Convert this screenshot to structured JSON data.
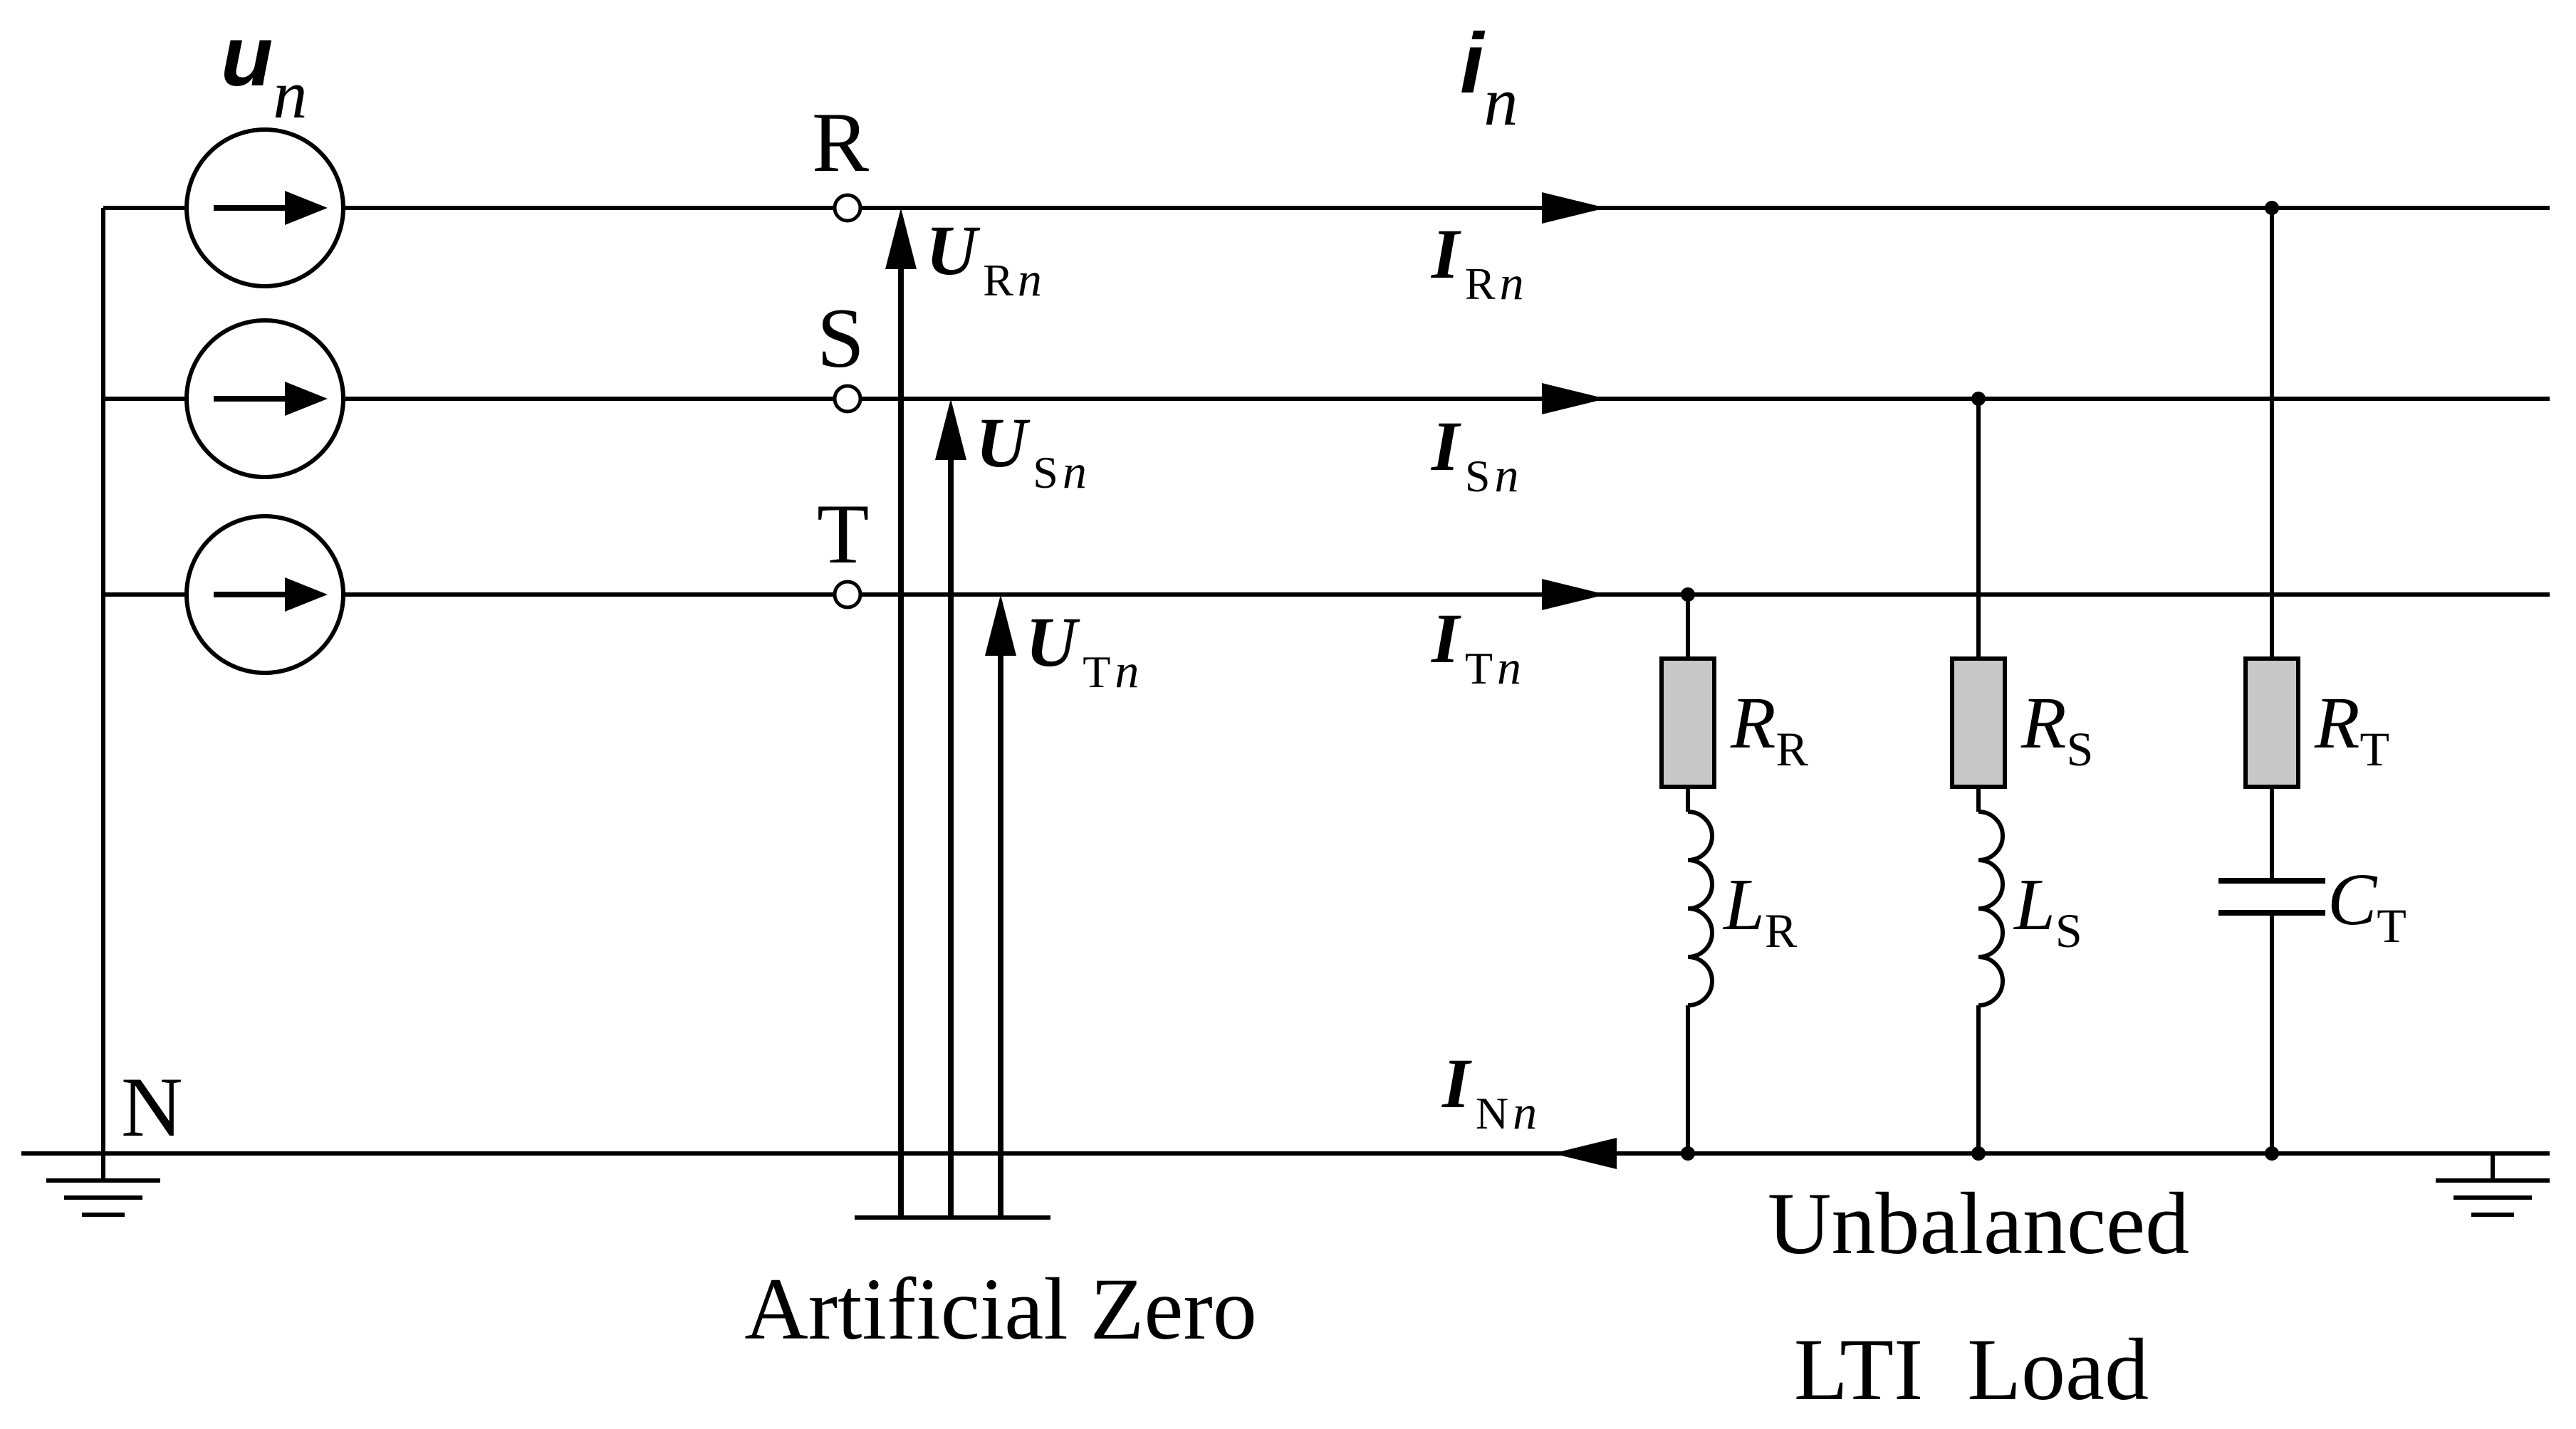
{
  "source_label": {
    "main": "u",
    "sub": "n"
  },
  "current_label": {
    "main": "i",
    "sub": "n"
  },
  "terminals": {
    "r": "R",
    "s": "S",
    "t": "T",
    "n": "N"
  },
  "voltages": {
    "r": {
      "main": "U",
      "sub1": "R",
      "sub2": "n"
    },
    "s": {
      "main": "U",
      "sub1": "S",
      "sub2": "n"
    },
    "t": {
      "main": "U",
      "sub1": "T",
      "sub2": "n"
    }
  },
  "currents": {
    "r": {
      "main": "I",
      "sub1": "R",
      "sub2": "n"
    },
    "s": {
      "main": "I",
      "sub1": "S",
      "sub2": "n"
    },
    "t": {
      "main": "I",
      "sub1": "T",
      "sub2": "n"
    },
    "n": {
      "main": "I",
      "sub1": "N",
      "sub2": "n"
    }
  },
  "components": {
    "rr": {
      "main": "R",
      "sub": "R"
    },
    "lr": {
      "main": "L",
      "sub": "R"
    },
    "rs": {
      "main": "R",
      "sub": "S"
    },
    "ls": {
      "main": "L",
      "sub": "S"
    },
    "rt": {
      "main": "R",
      "sub": "T"
    },
    "ct": {
      "main": "C",
      "sub": "T"
    }
  },
  "captions": {
    "artificial_zero": "Artificial Zero",
    "load_line1": "Unbalanced",
    "load_line2": "LTI  Load"
  },
  "colors": {
    "line": "#000000",
    "resistor_fill": "#c8c8c8"
  },
  "icons": [
    "current-source-icon",
    "ground-icon",
    "resistor-icon",
    "inductor-icon",
    "capacitor-icon",
    "arrow-icon"
  ]
}
